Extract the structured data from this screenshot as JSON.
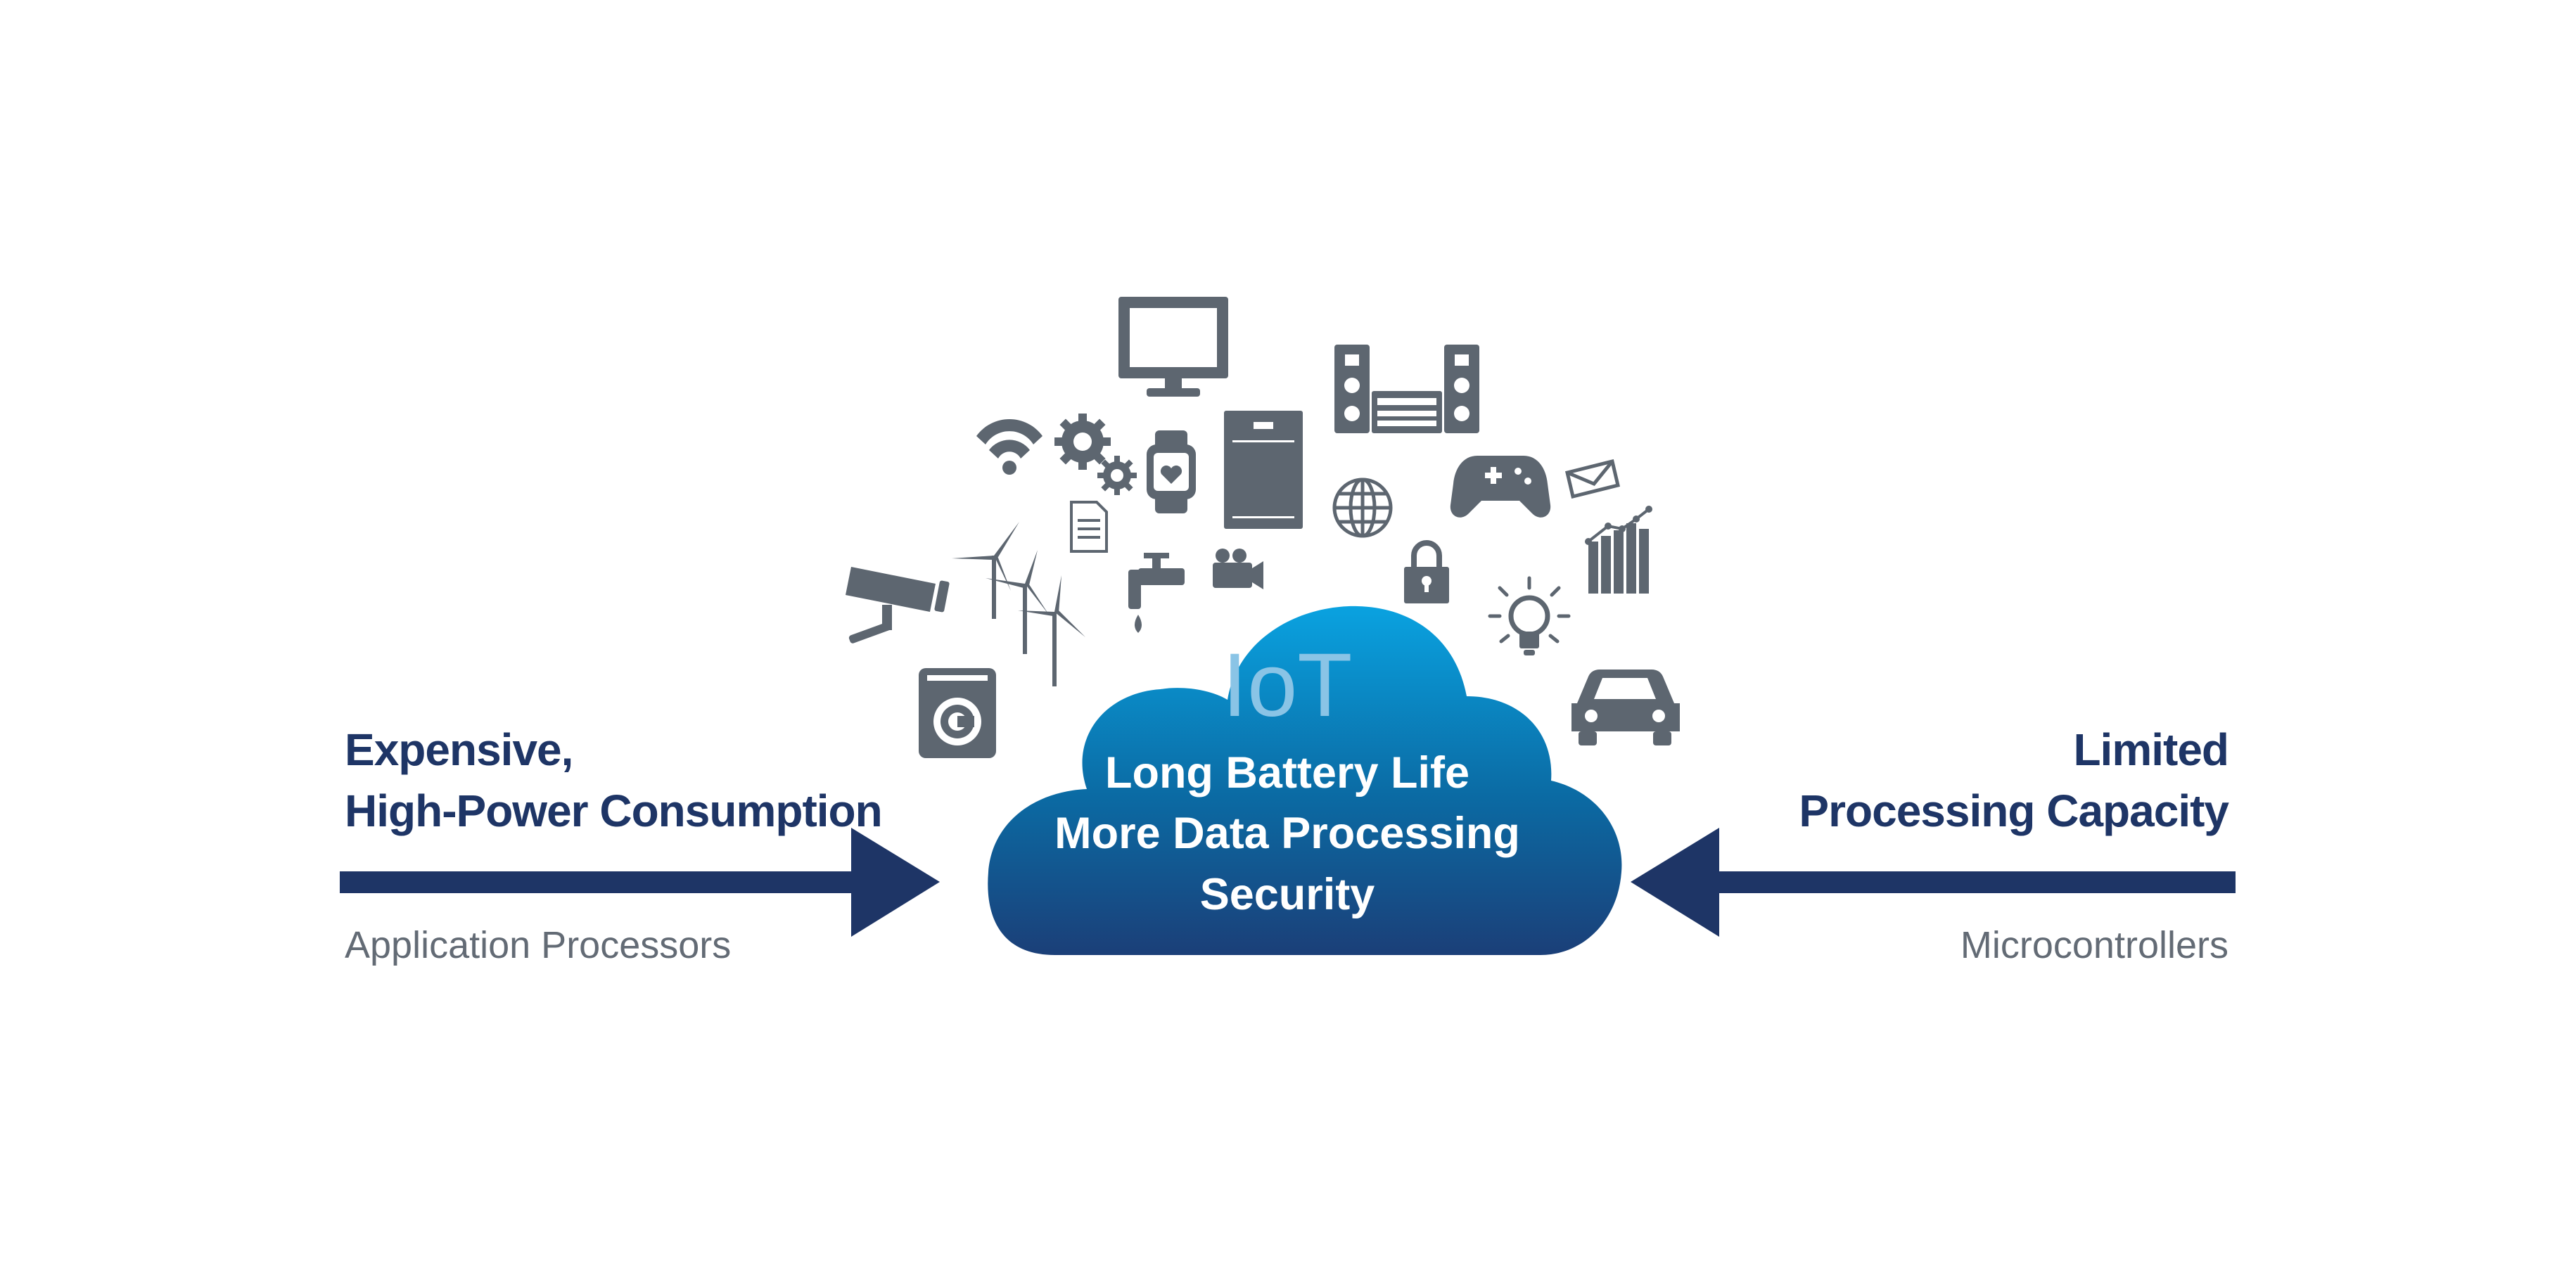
{
  "left": {
    "heading_line1": "Expensive,",
    "heading_line2": "High-Power Consumption",
    "caption": "Application Processors"
  },
  "right": {
    "heading_line1": "Limited",
    "heading_line2": "Processing Capacity",
    "caption": "Microcontrollers"
  },
  "cloud": {
    "title": "IoT",
    "line1": "Long Battery Life",
    "line2": "More Data Processing",
    "line3": "Security"
  },
  "colors": {
    "navy": "#1e3566",
    "gray_text": "#636b75",
    "icon_gray": "#5d6670",
    "cloud_top": "#0aa2e0",
    "cloud_bottom": "#1b3f78",
    "iot_text": "#8ac4e6"
  },
  "icons": [
    "monitor-icon",
    "speaker-system-icon",
    "wifi-icon",
    "gears-icon",
    "smartwatch-icon",
    "refrigerator-icon",
    "globe-icon",
    "gamepad-icon",
    "envelope-icon",
    "bar-chart-icon",
    "document-icon",
    "wind-turbine-icon",
    "faucet-icon",
    "video-camera-icon",
    "padlock-icon",
    "lightbulb-icon",
    "security-camera-icon",
    "washing-machine-icon",
    "car-icon"
  ]
}
